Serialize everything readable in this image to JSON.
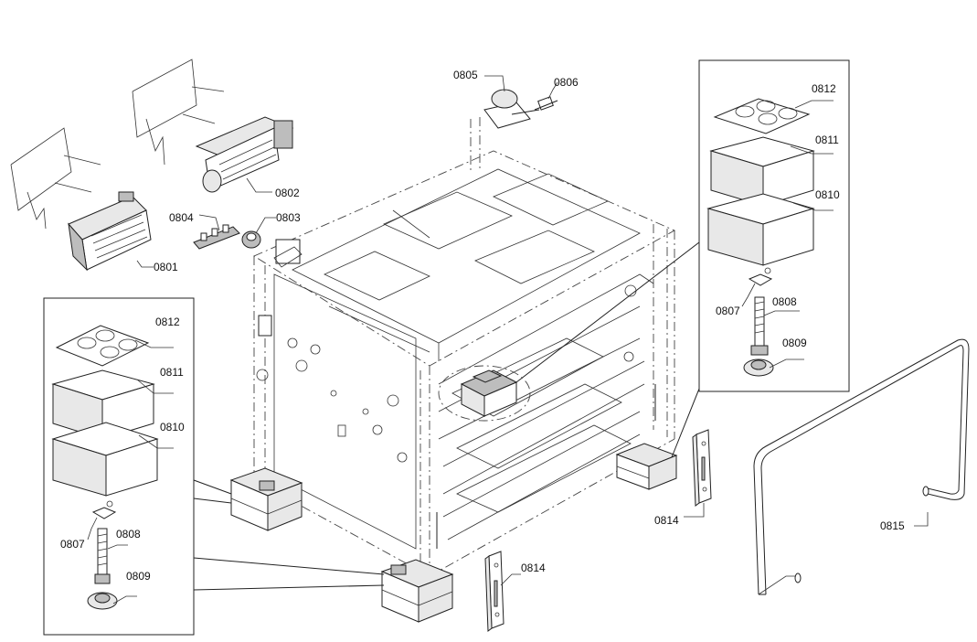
{
  "labels": {
    "l0801": "0801",
    "l0802": "0802",
    "l0803": "0803",
    "l0804": "0804",
    "l0805": "0805",
    "l0806": "0806",
    "l0807a": "0807",
    "l0808a": "0808",
    "l0809a": "0809",
    "l0810a": "0810",
    "l0811a": "0811",
    "l0812a": "0812",
    "l0807b": "0807",
    "l0808b": "0808",
    "l0809b": "0809",
    "l0810b": "0810",
    "l0811b": "0811",
    "l0812b": "0812",
    "l0814a": "0814",
    "l0814b": "0814",
    "l0815": "0815"
  }
}
